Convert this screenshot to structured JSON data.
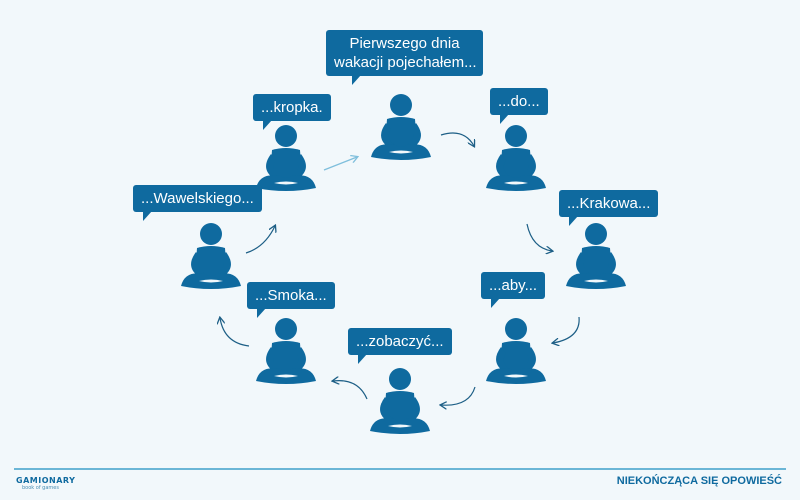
{
  "speech_bubbles": [
    {
      "line1": "Pierwszego dnia",
      "line2": "wakacji pojechałem..."
    },
    {
      "text": "...do..."
    },
    {
      "text": "...Krakowa..."
    },
    {
      "text": "...aby..."
    },
    {
      "text": "...zobaczyć..."
    },
    {
      "text": "...Smoka..."
    },
    {
      "text": "...Wawelskiego..."
    },
    {
      "text": "...kropka."
    }
  ],
  "footer": {
    "logo": "GAMIONARY",
    "logo_tagline": "book of games",
    "title": "NIEKOŃCZĄCA SIĘ OPOWIEŚĆ"
  },
  "colors": {
    "figure": "#0f6a9f",
    "bubble": "#0f6a9f",
    "bubble_text": "#ffffff",
    "background": "#f2f8fb",
    "arrow": "#1d5f86",
    "arrow_light": "#7fbfdc",
    "footer_line": "#6bb6d6"
  },
  "icons": {
    "person": "meditating-person-icon",
    "arrow": "curved-arrow-icon"
  }
}
